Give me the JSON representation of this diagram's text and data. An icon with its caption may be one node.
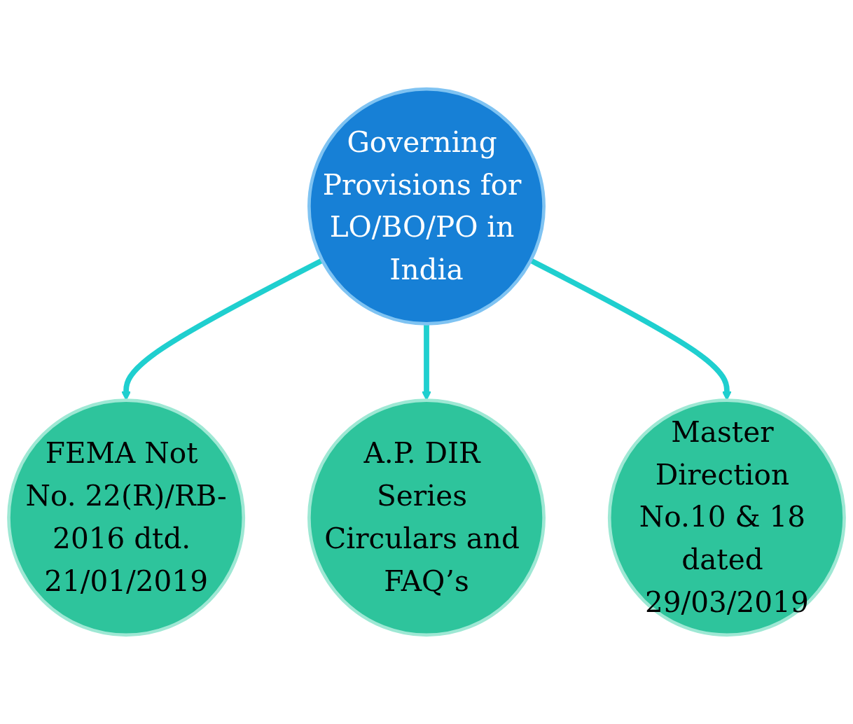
{
  "diagram": {
    "nodes": [
      {
        "text": [
          "FEMA Not No. 22(R)/RB-2016 dtd. 21/01/2019"
        ]
      },
      {
        "text": [
          "Governing Provisions for LO/BO/PO in India"
        ]
      },
      {
        "text": [
          "A.P. DIR Series Circulars and FAQ’s"
        ]
      },
      {
        "text": [
          "Master Direction No.10 & 18 dated 29/03/2019"
        ]
      }
    ],
    "edges": [
      {
        "from": 1,
        "to": 0,
        "arrow": "to"
      },
      {
        "from": 1,
        "to": 2,
        "arrow": "to"
      },
      {
        "from": 1,
        "to": 3,
        "arrow": "to"
      }
    ]
  }
}
